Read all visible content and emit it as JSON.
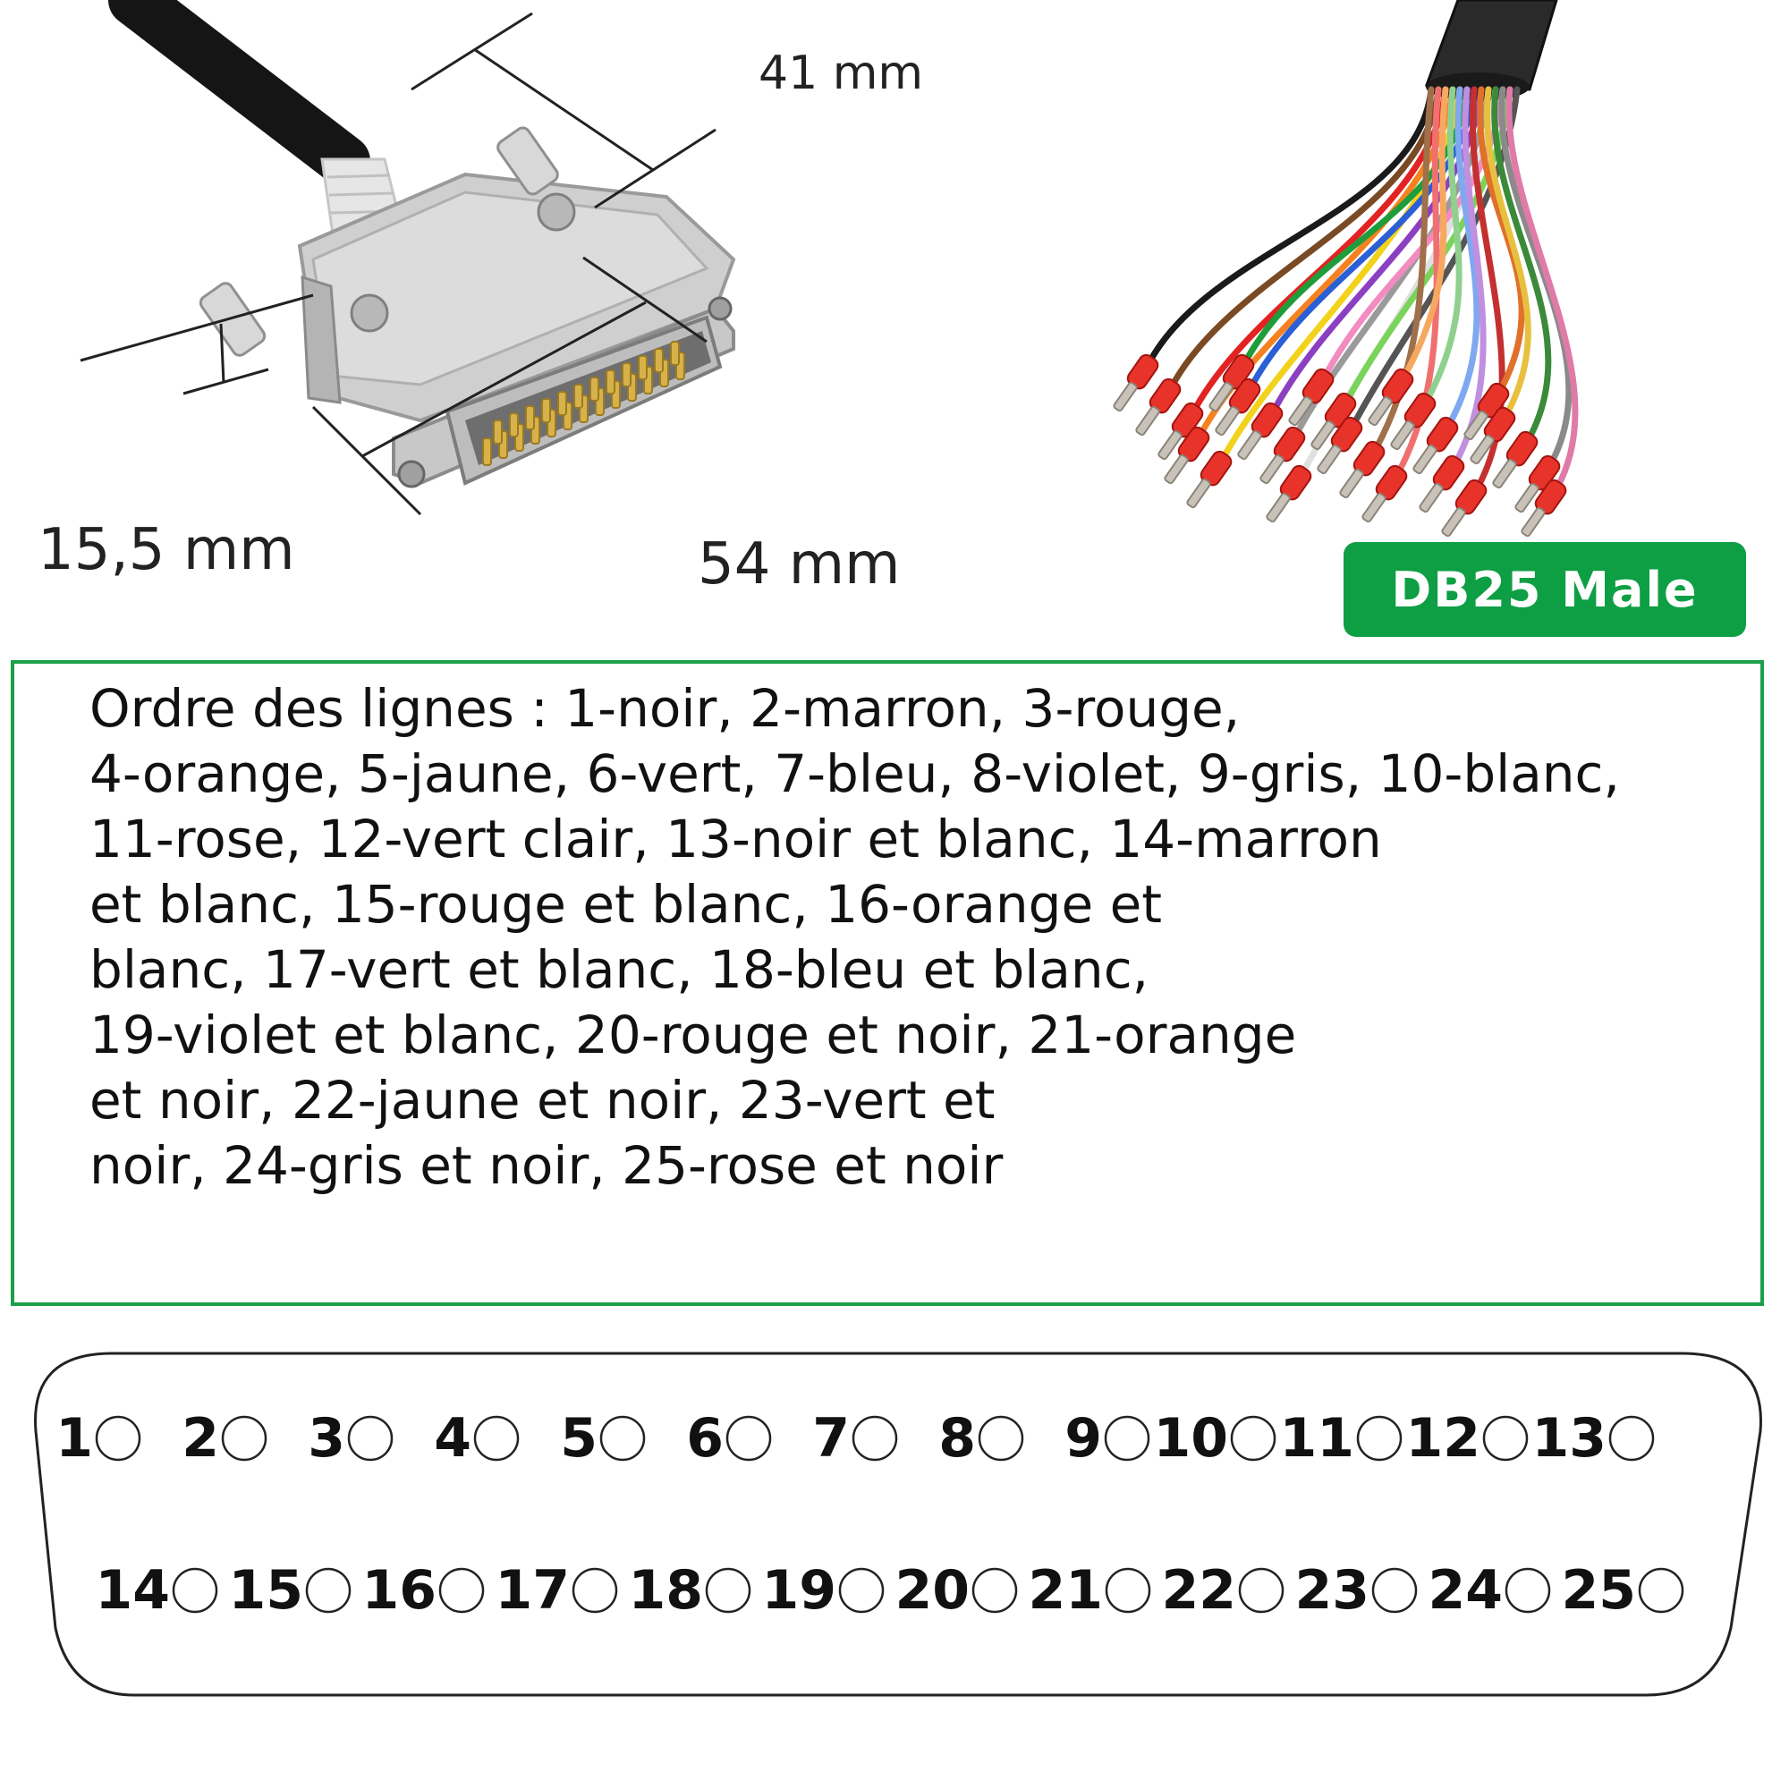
{
  "dimensions": {
    "width_label": "41 mm",
    "height_label": "15,5 mm",
    "length_label": "54 mm"
  },
  "badge": {
    "label": "DB25 Male",
    "color": "#0e9f45"
  },
  "wire_order": {
    "lines": [
      "Ordre des lignes : 1-noir, 2-marron, 3-rouge,",
      "4-orange, 5-jaune, 6-vert, 7-bleu, 8-violet, 9-gris, 10-blanc,",
      "11-rose, 12-vert clair, 13-noir et blanc, 14-marron",
      "et blanc, 15-rouge et blanc, 16-orange et",
      "blanc, 17-vert et blanc, 18-bleu et blanc,",
      "19-violet et blanc, 20-rouge et noir, 21-orange",
      "et noir, 22-jaune et noir, 23-vert et",
      "noir, 24-gris et noir, 25-rose et noir"
    ],
    "border_color": "#1aa04b"
  },
  "pinout": {
    "top_row": [
      "1",
      "2",
      "3",
      "4",
      "5",
      "6",
      "7",
      "8",
      "9",
      "10",
      "11",
      "12",
      "13"
    ],
    "bottom_row": [
      "14",
      "15",
      "16",
      "17",
      "18",
      "19",
      "20",
      "21",
      "22",
      "23",
      "24",
      "25"
    ]
  },
  "wire_colors": [
    "#1a1a1a",
    "#7a4a24",
    "#e32222",
    "#f58220",
    "#f2d21b",
    "#1f9d3a",
    "#2a5fd6",
    "#8b3fc1",
    "#9a9a9a",
    "#f2f2f2",
    "#f28cc0",
    "#7ad35a",
    "#555555",
    "#a0704a",
    "#f07070",
    "#f7a860",
    "#8fd08f",
    "#7fa8f0",
    "#c08fe0",
    "#c43030",
    "#e0702a",
    "#e8c040",
    "#3a8a3a",
    "#8a8a8a",
    "#e07aa8"
  ]
}
